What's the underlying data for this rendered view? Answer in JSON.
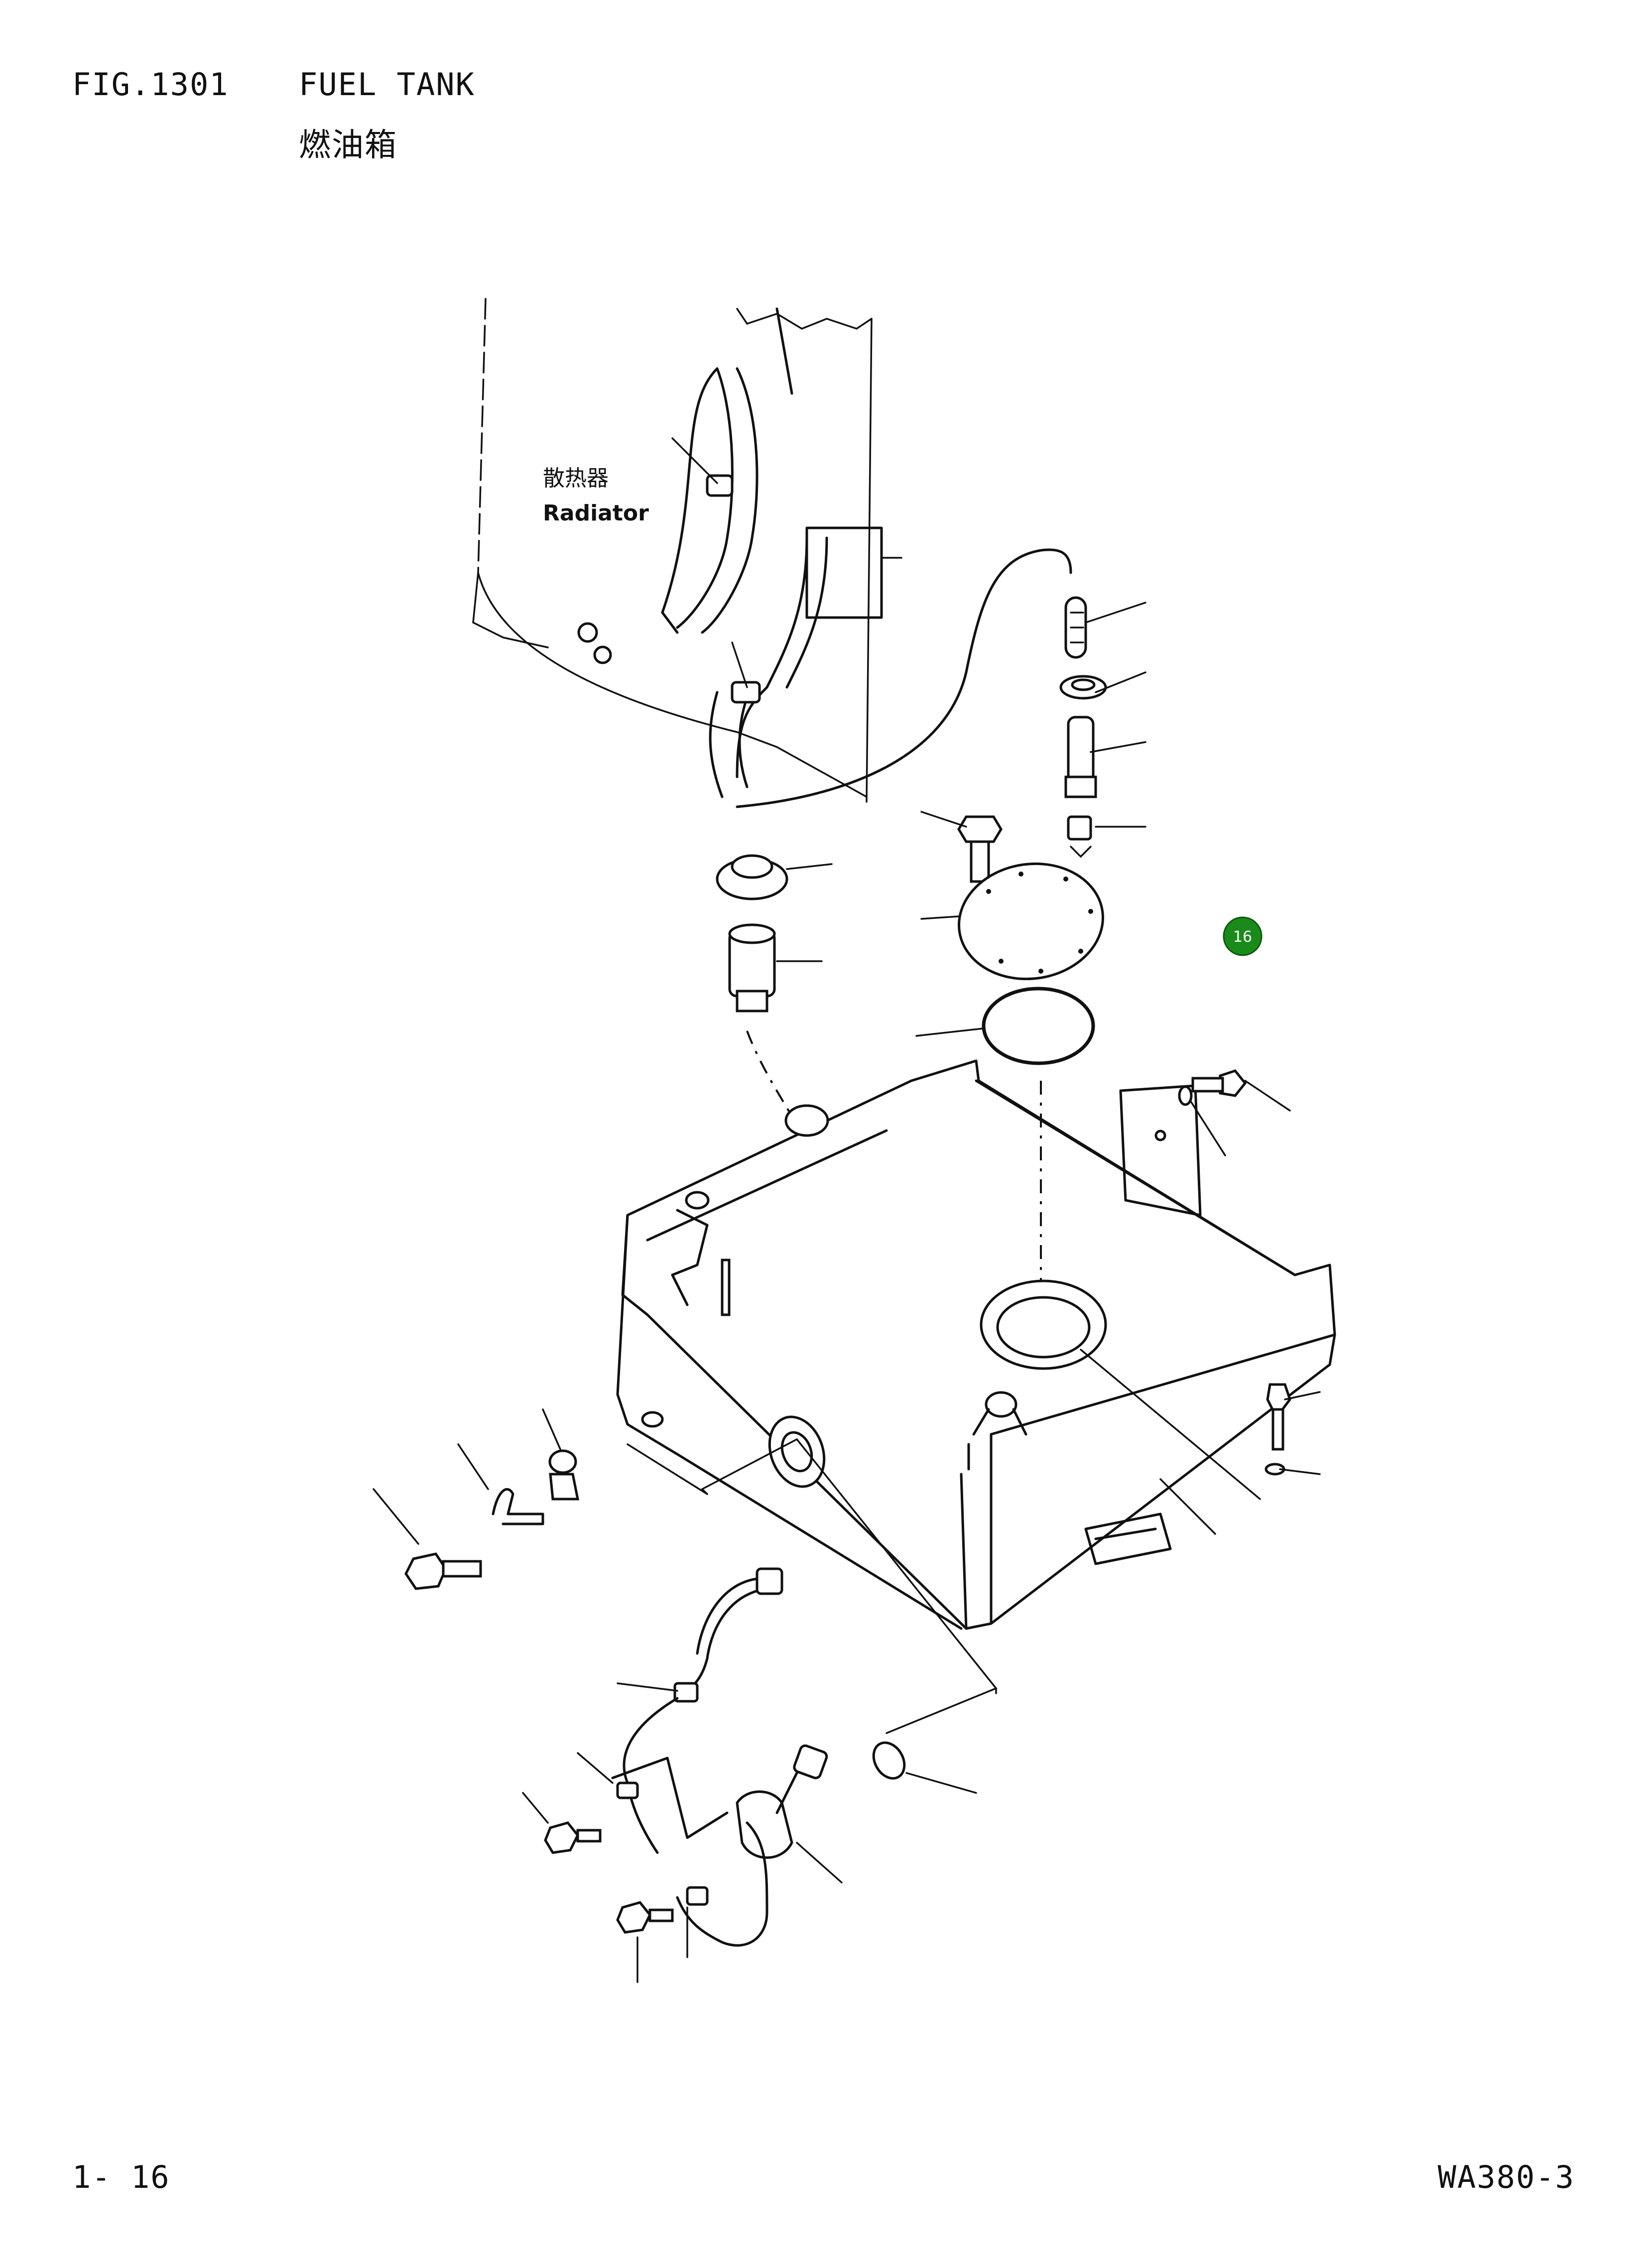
{
  "header": {
    "fig_number": "FIG.1301",
    "title_en": "FUEL TANK",
    "title_cn": "燃油箱"
  },
  "diagram": {
    "radiator_label_cn": "散热器",
    "radiator_label_en": "Radiator",
    "callout_badge": "16",
    "badge_color": "#1a8a1a"
  },
  "footer": {
    "page_number": "1- 16",
    "model_code": "WA380-3"
  }
}
